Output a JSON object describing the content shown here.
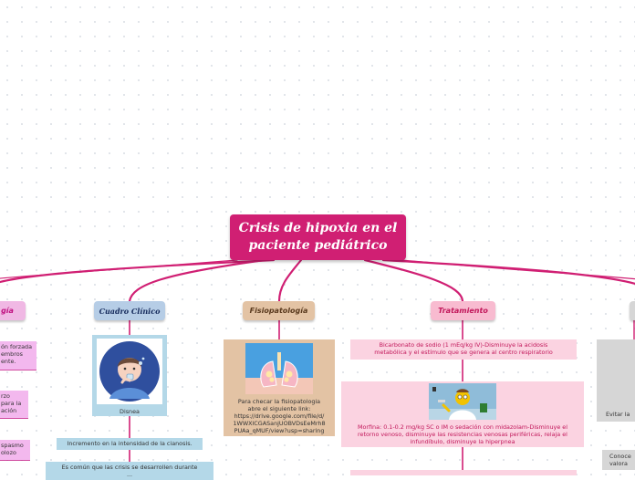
{
  "central": {
    "title_line1": "Crisis de hipoxia en el",
    "title_line2": "paciente pediátrico"
  },
  "topics": {
    "left_partial": "gía",
    "cuadro_clinico": "Cuadro Clínico",
    "fisiopatologia": "Fisiopatología",
    "tratamiento": "Tratamiento"
  },
  "left_branch": {
    "items": [
      {
        "line1": "ón forzada",
        "line2": "embros",
        "line3": "ente."
      },
      {
        "line1": "rzo",
        "line2": "para la",
        "line3": "ación"
      },
      {
        "line1": "spasmo",
        "line2": "olozo"
      }
    ]
  },
  "cuadro": {
    "image_caption": "Disnea",
    "item1": "Incremento en la intensidad de la cianosis.",
    "item2_line1": "Es común que las crisis se desarrollen durante",
    "item2_line2": "..."
  },
  "fisio": {
    "text_line1": "Para checar la fisiopatologia",
    "text_line2": "abre el siguiente link:",
    "text_line3": "https://drive.google.com/file/d/",
    "text_line4": "1WWXlCGASanjUOBVDsEeMrh8",
    "text_line5": "PUAa_qMUF/view?usp=sharing"
  },
  "tratamiento": {
    "item1_line1": "Bicarbonato de sodio (1 mEq/kg IV)-Disminuye la acidosis",
    "item1_line2": "metabólica y el estímulo que se genera al centro respiratorio",
    "item2_line1": "Morfina: 0.1-0.2 mg/kg SC o IM o sedación con midazolam-Disminuye el",
    "item2_line2": "retorno venoso, disminuye las resistencias venosas periféricas, relaja el",
    "item2_line3": "infundíbulo, disminuye la hiperpnea"
  },
  "right_branch": {
    "item1": "Evitar la",
    "item2_line1": "Conoce",
    "item2_line2": "valora"
  },
  "colors": {
    "central": "#d01f73",
    "connector": "#d01f73",
    "cuadro": "#b6cde6",
    "fisiopatologia": "#e3c3a4",
    "tratamiento": "#f8bbd0",
    "left_branch": "#f0b8e4"
  },
  "icons": {
    "cuadro_image": "child-with-inhaler-illustration",
    "fisio_image": "lungs-illustration",
    "tratamiento_image": "doctor-cartoon-illustration"
  }
}
